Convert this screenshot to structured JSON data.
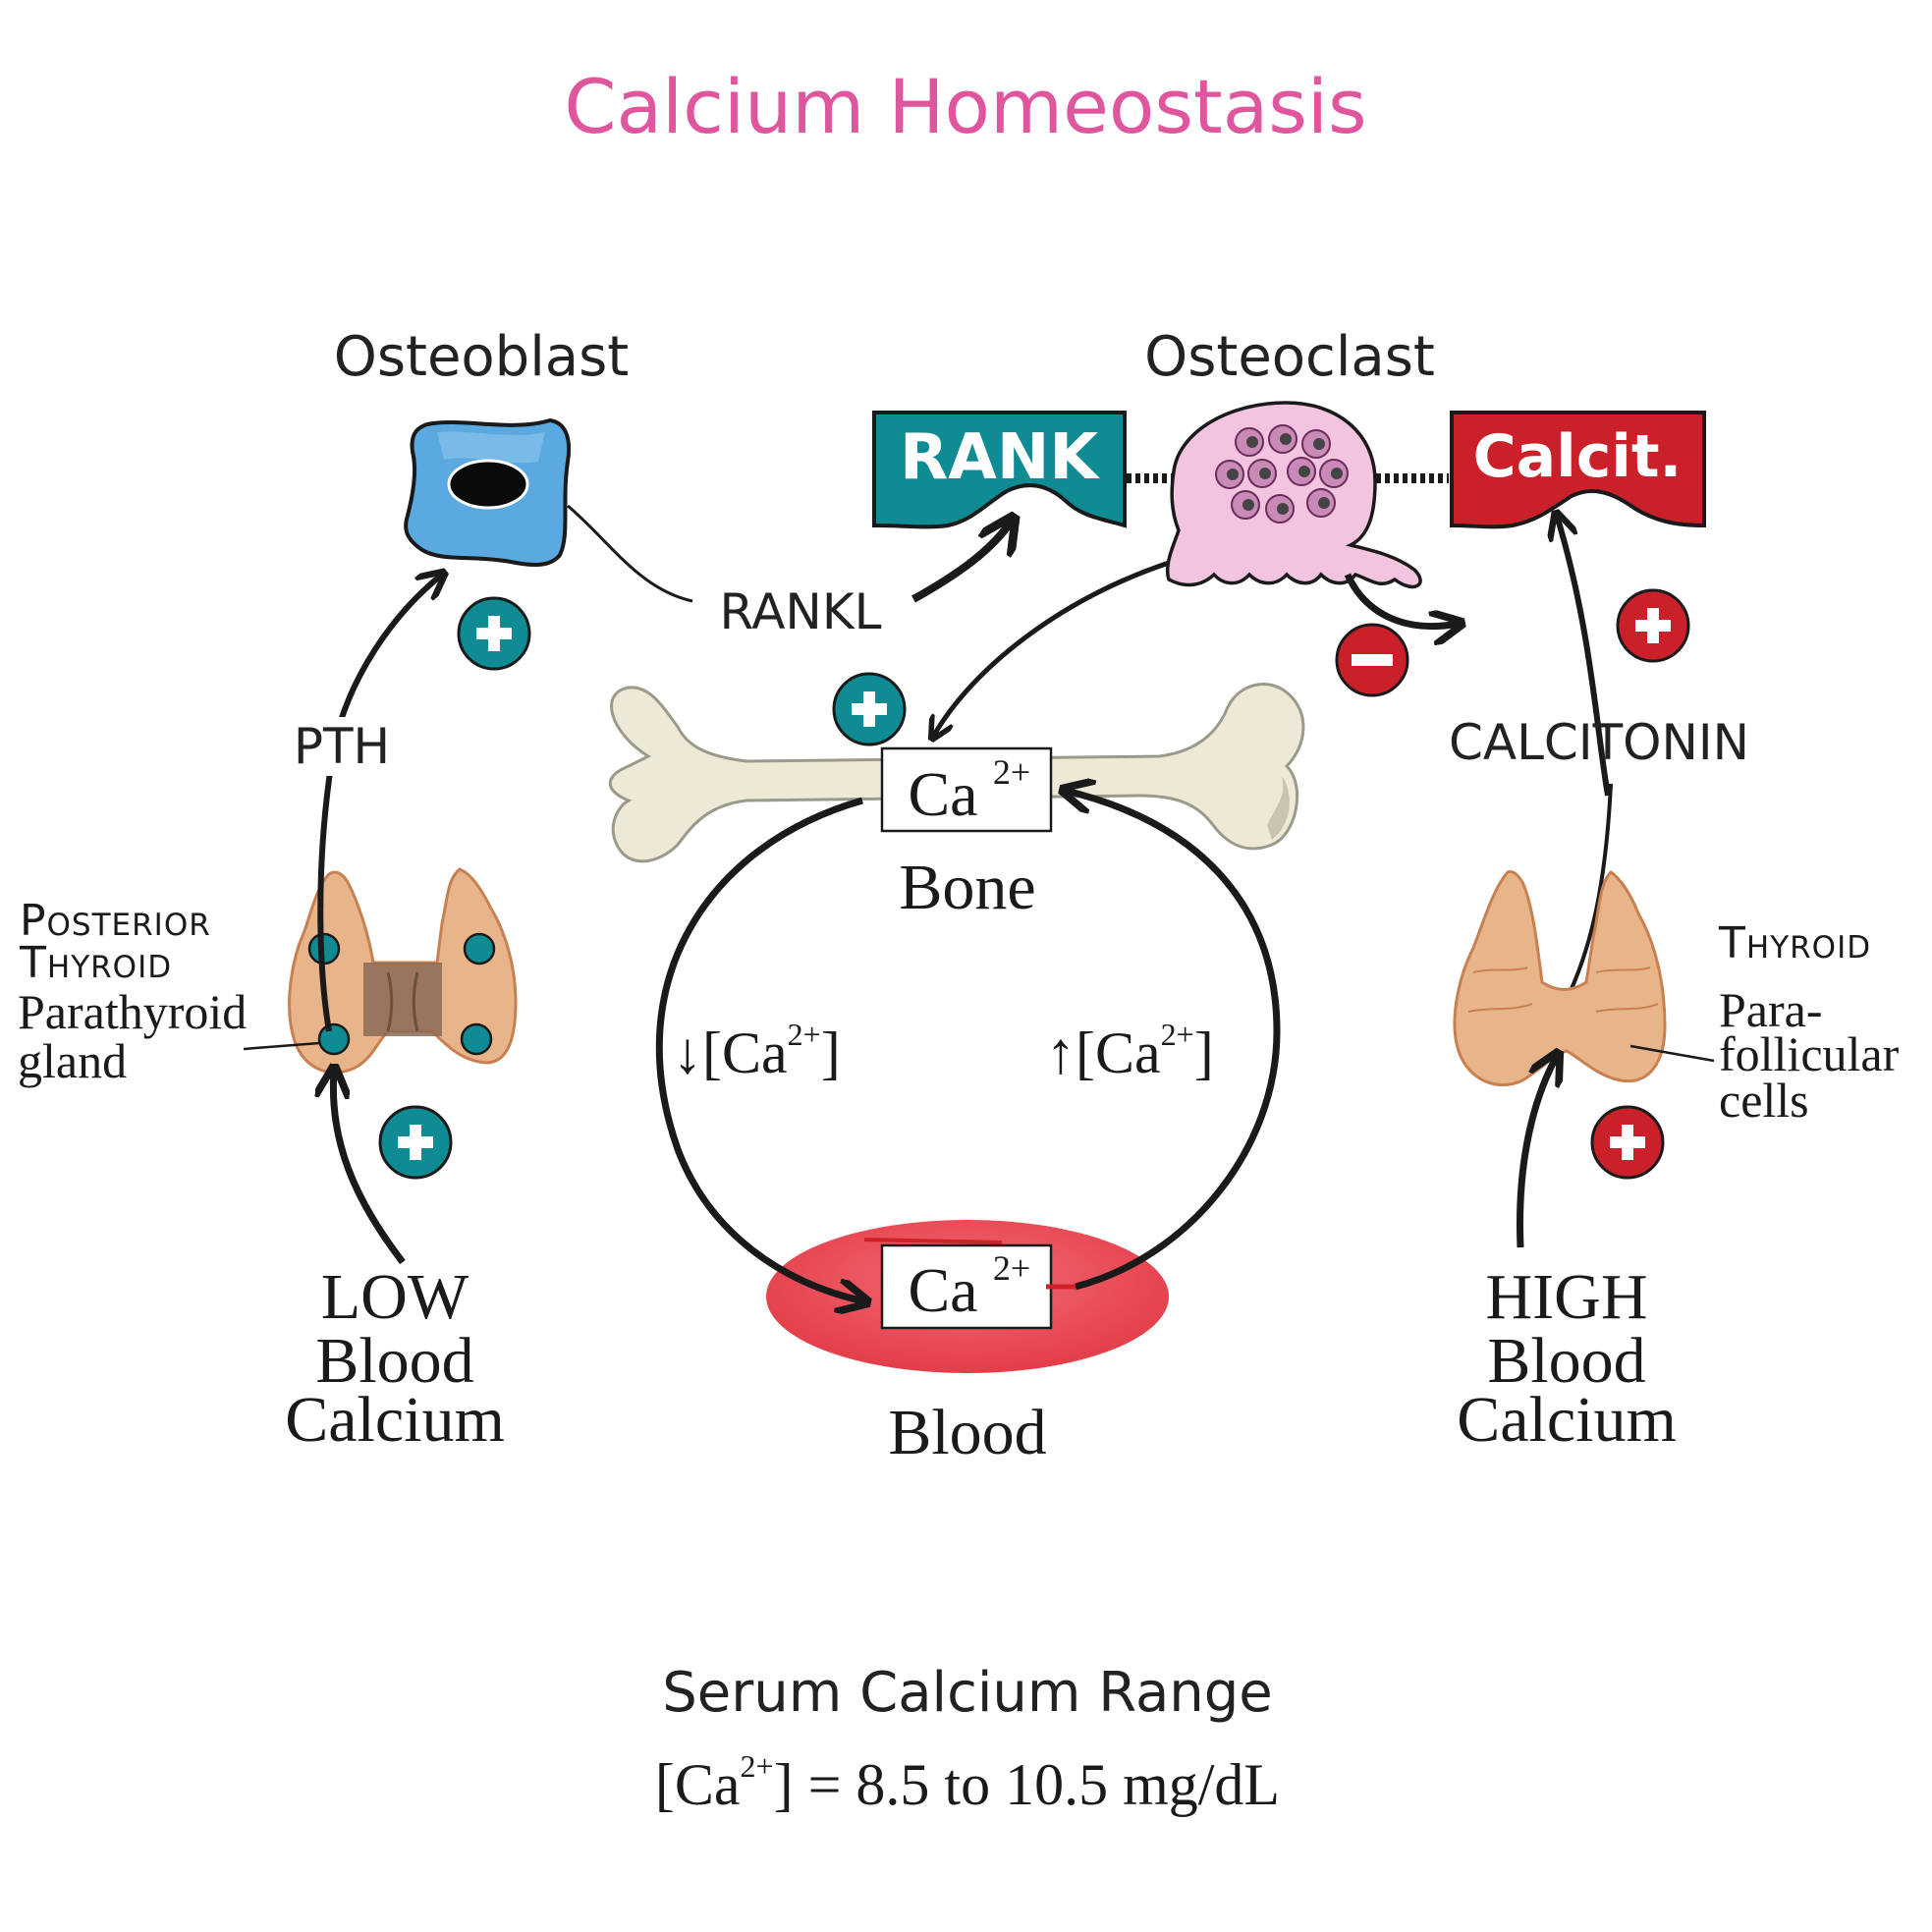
{
  "title": "Calcium Homeostasis",
  "colors": {
    "title": "#e0569e",
    "teal": "#0e8b93",
    "red": "#c9202a",
    "blood": "#ee4b55",
    "osteoblast": "#5aa9e0",
    "osteoclast": "#f2c4df",
    "gland": "#e8b48a",
    "bone": "#eee9d6"
  },
  "cells": {
    "osteoblast": "Osteoblast",
    "osteoclast": "Osteoclast",
    "rank": "RANK",
    "calcit": "Calcit.",
    "rankl": "RANKL"
  },
  "hormones": {
    "pth": "PTH",
    "calcitonin": "CALCITONIN"
  },
  "signs": {
    "plus": "+",
    "minus": "–"
  },
  "center": {
    "ion": "Ca",
    "charge": "2+",
    "bone_label": "Bone",
    "blood_label": "Blood",
    "down_label": "↓[Ca",
    "up_label": "↑[Ca",
    "bracket_close": "]"
  },
  "left": {
    "posterior": "Posterior",
    "thyroid": "Thyroid",
    "parathyroid": "Parathyroid",
    "gland": "gland",
    "low": "LOW",
    "blood": "Blood",
    "calcium": "Calcium"
  },
  "right": {
    "thyroid": "Thyroid",
    "para": "Para-",
    "follicular": "follicular",
    "cells": "cells",
    "high": "HIGH",
    "blood": "Blood",
    "calcium": "Calcium"
  },
  "footer": {
    "range_title": "Serum Calcium Range",
    "range_prefix": "[Ca",
    "range_charge": "2+",
    "range_value": "] = 8.5 to 10.5 mg/dL"
  }
}
